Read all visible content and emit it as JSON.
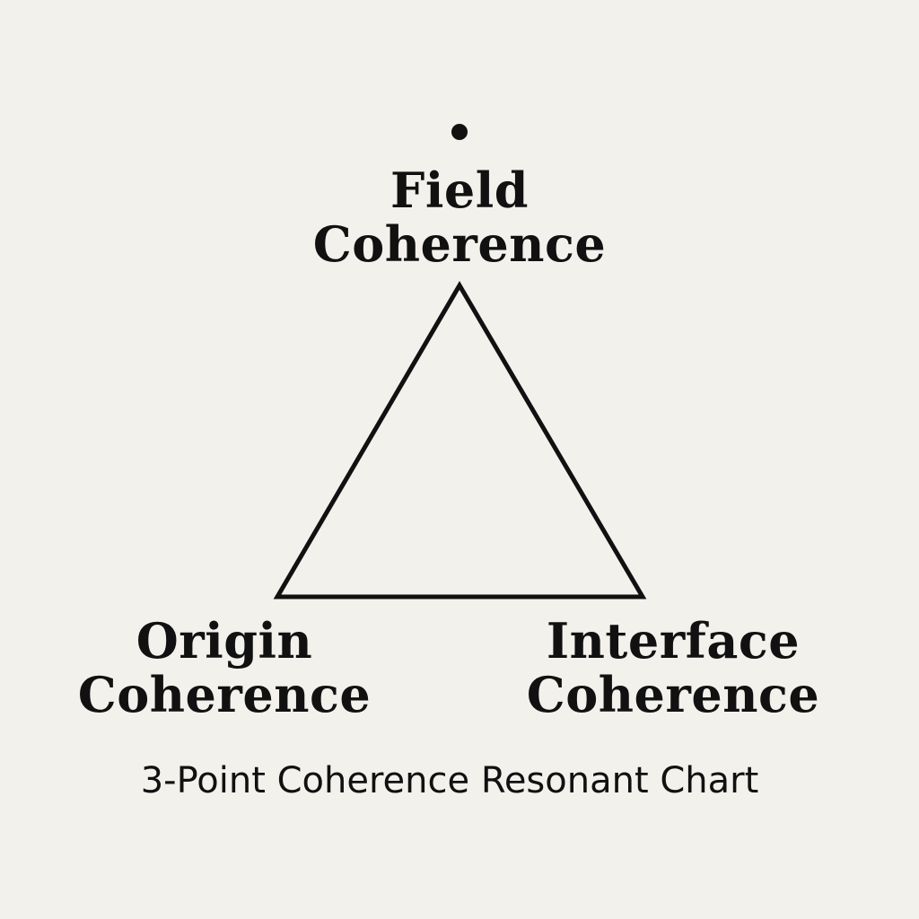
{
  "diagram": {
    "nodes": {
      "top": {
        "line1": "Field",
        "line2": "Coherence"
      },
      "left": {
        "line1": "Origin",
        "line2": "Coherence"
      },
      "right": {
        "line1": "Interface",
        "line2": "Coherence"
      }
    },
    "caption": "3-Point Coherence Resonant Chart",
    "colors": {
      "background": "#f3f1ec",
      "ink": "#111111"
    }
  }
}
